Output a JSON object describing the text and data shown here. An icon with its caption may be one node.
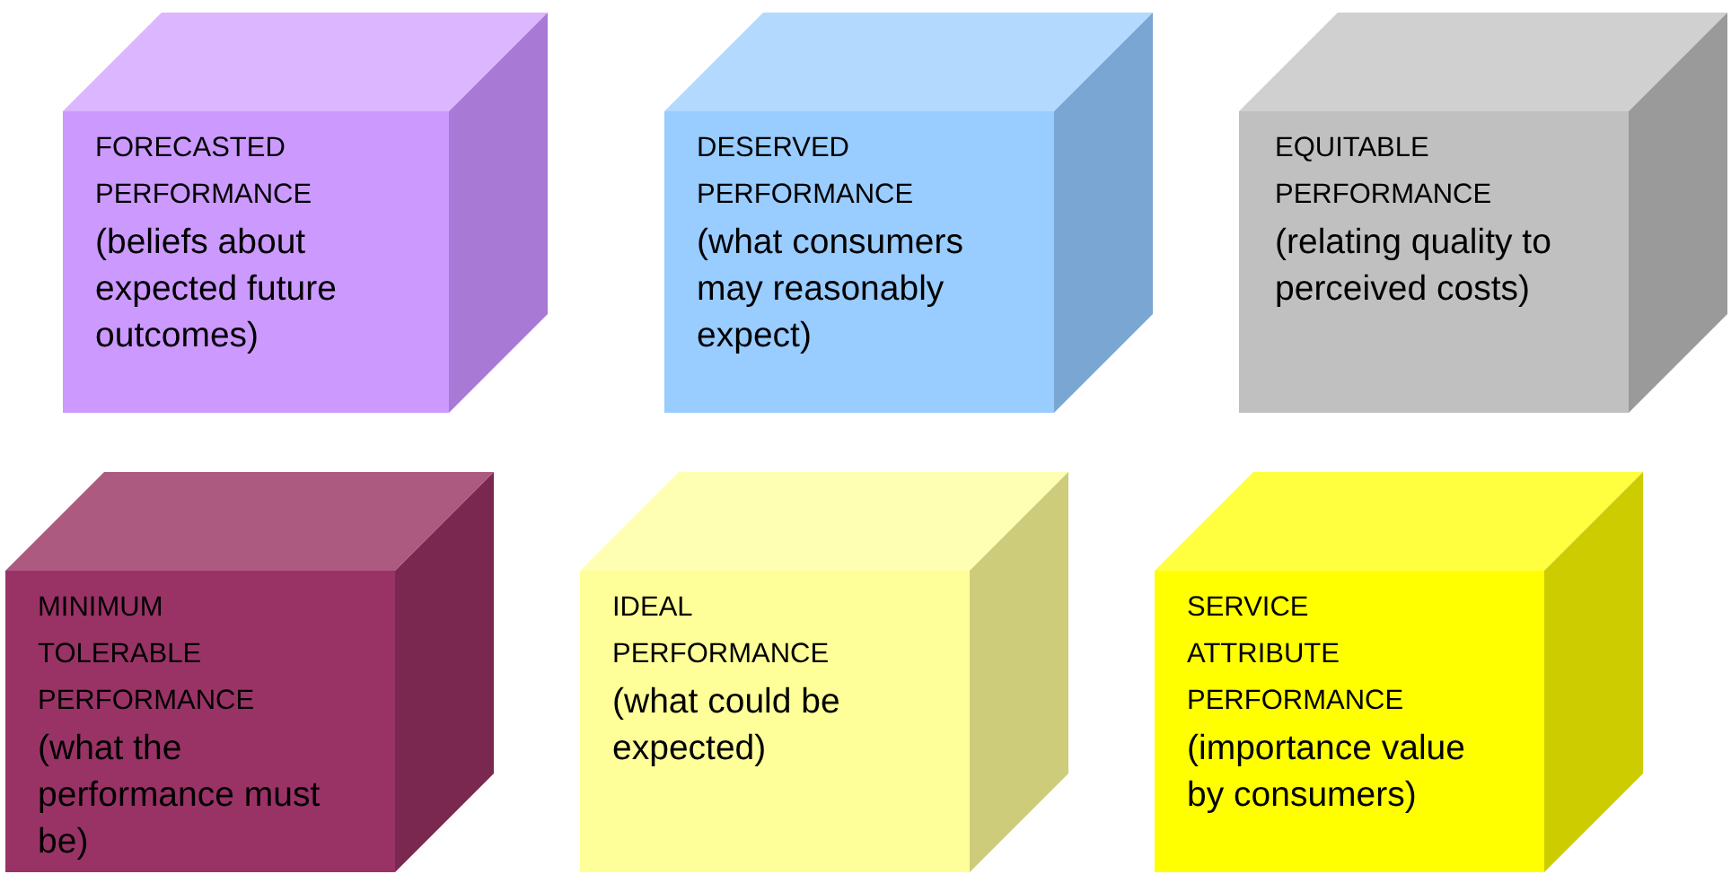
{
  "diagram": {
    "nodes": [
      {
        "text": [
          "FORECASTED PERFORMANCE",
          "(beliefs about expected future outcomes)"
        ]
      },
      {
        "text": [
          "DESERVED PERFORMANCE",
          "(what consumers may reasonably expect)"
        ]
      },
      {
        "text": [
          "EQUITABLE PERFORMANCE",
          "(relating quality to perceived costs)"
        ]
      },
      {
        "text": [
          "MINIMUM TOLERABLE PERFORMANCE",
          "(what the performance must be)"
        ]
      },
      {
        "text": [
          "IDEAL PERFORMANCE",
          "(what could be expected)"
        ]
      },
      {
        "text": [
          "SERVICE ATTRIBUTE PERFORMANCE",
          "(importance value by consumers)"
        ]
      }
    ]
  }
}
